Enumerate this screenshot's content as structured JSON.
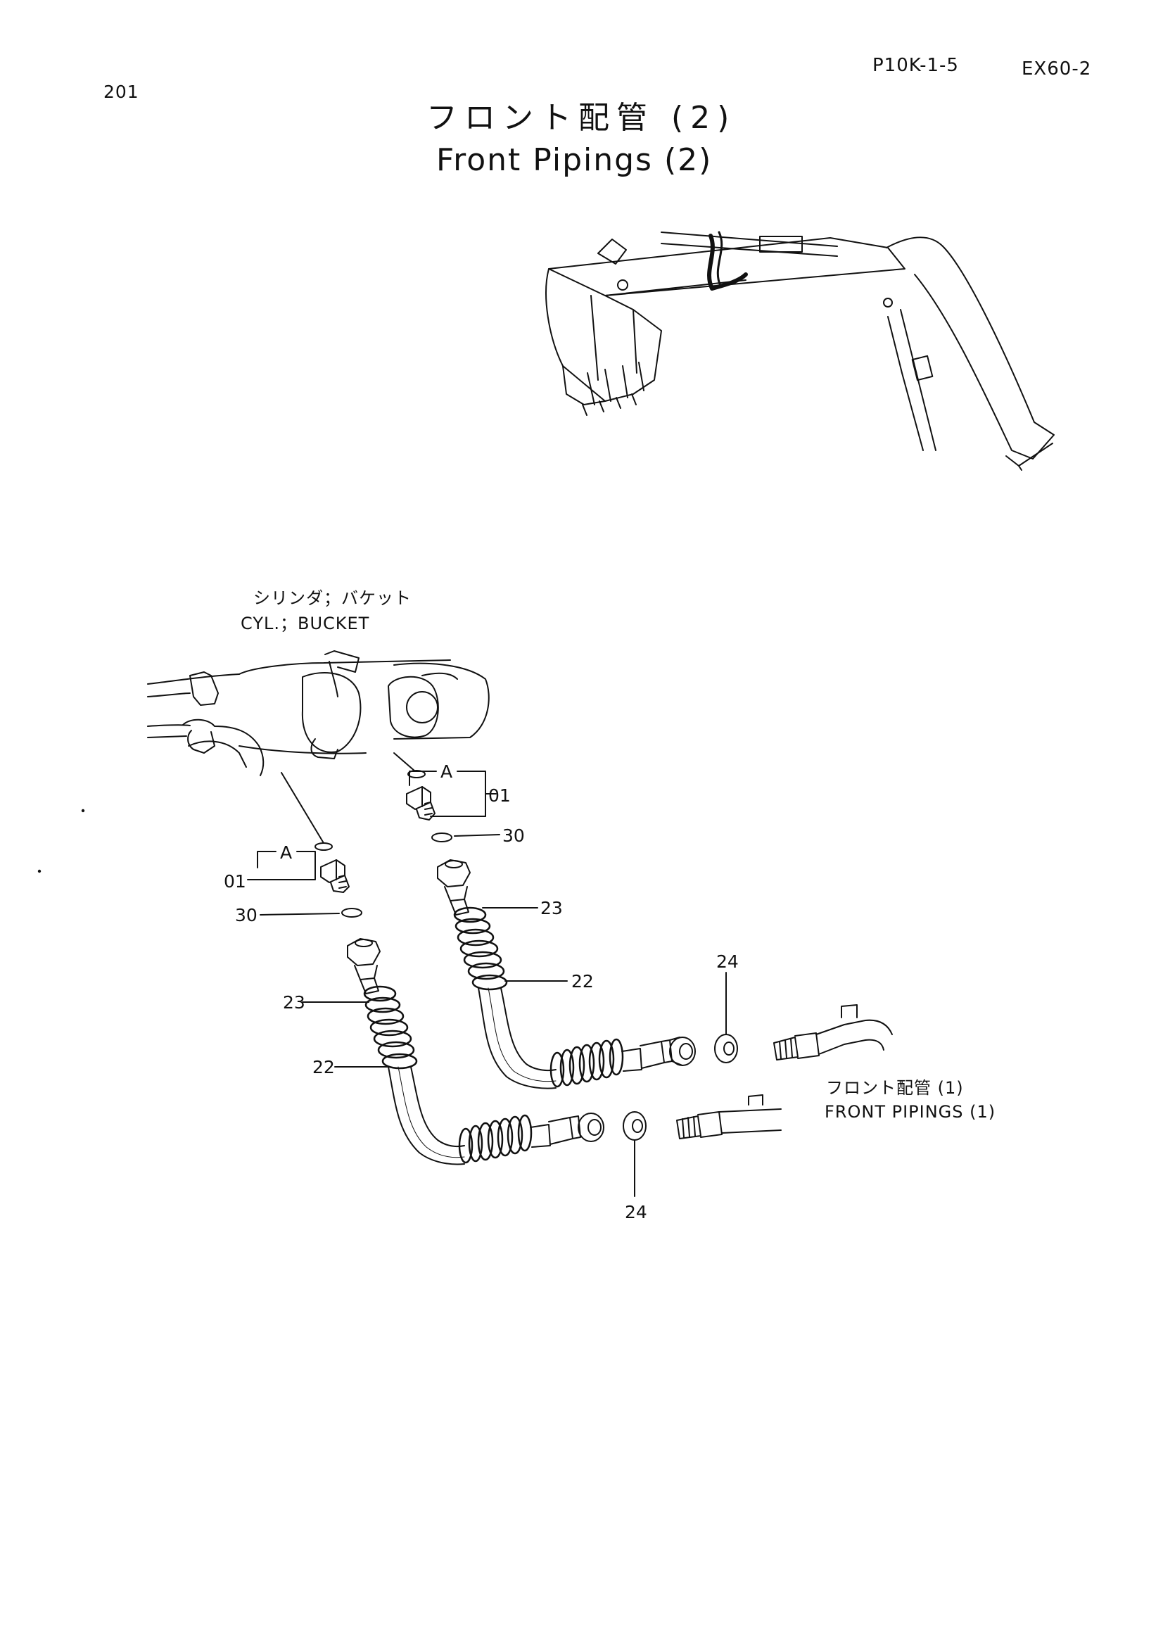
{
  "header": {
    "page_number": "201",
    "ref_code": "P10K-1-5",
    "model": "EX60-2",
    "title_jp": "フロント配管 (2)",
    "title_en": "Front Pipings (2)"
  },
  "labels": {
    "cyl_bucket_jp": "シリンダ；バケット",
    "cyl_bucket_en": "CYL.；BUCKET",
    "front_pipings_jp": "フロント配管 (1)",
    "front_pipings_en": "FRONT PIPINGS (1)"
  },
  "callouts": {
    "a_upper": "A",
    "a_lower": "A",
    "p01_upper": "01",
    "p01_lower": "01",
    "p30_upper": "30",
    "p30_lower": "30",
    "p23_upper": "23",
    "p23_lower": "23",
    "p22_upper": "22",
    "p22_lower": "22",
    "p24_upper": "24",
    "p24_lower": "24"
  }
}
